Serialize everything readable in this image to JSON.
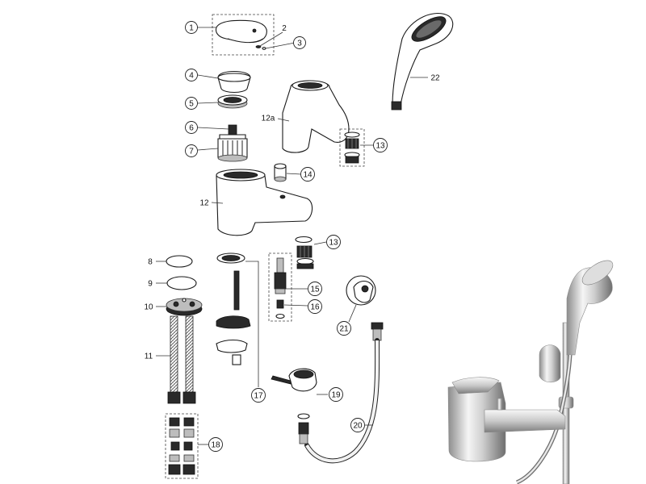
{
  "callouts": [
    {
      "id": "c1",
      "text": "1"
    },
    {
      "id": "c2",
      "text": "2"
    },
    {
      "id": "c3",
      "text": "3"
    },
    {
      "id": "c4",
      "text": "4"
    },
    {
      "id": "c5",
      "text": "5"
    },
    {
      "id": "c6",
      "text": "6"
    },
    {
      "id": "c7",
      "text": "7"
    },
    {
      "id": "c8",
      "text": "8"
    },
    {
      "id": "c9",
      "text": "9"
    },
    {
      "id": "c10",
      "text": "10"
    },
    {
      "id": "c11",
      "text": "11"
    },
    {
      "id": "c12",
      "text": "12"
    },
    {
      "id": "c12a",
      "text": "12a"
    },
    {
      "id": "c13a",
      "text": "13"
    },
    {
      "id": "c13b",
      "text": "13"
    },
    {
      "id": "c14",
      "text": "14"
    },
    {
      "id": "c15",
      "text": "15"
    },
    {
      "id": "c16",
      "text": "16"
    },
    {
      "id": "c17",
      "text": "17"
    },
    {
      "id": "c18",
      "text": "18"
    },
    {
      "id": "c19",
      "text": "19"
    },
    {
      "id": "c20",
      "text": "20"
    },
    {
      "id": "c21",
      "text": "21"
    },
    {
      "id": "c22",
      "text": "22"
    }
  ],
  "colors": {
    "line": "#1a1a1a",
    "chrome_light": "#f2f2f2",
    "chrome_mid": "#c8c8c8",
    "chrome_dark": "#7a7a7a",
    "spray_face": "#3a3a3a"
  }
}
